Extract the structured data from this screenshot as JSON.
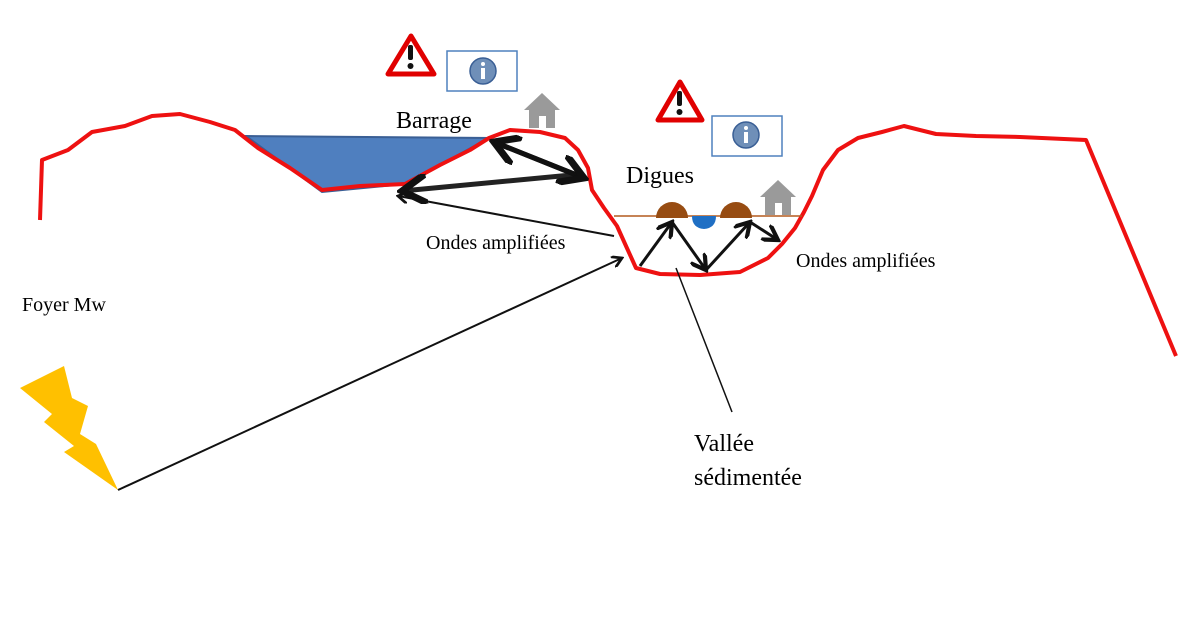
{
  "labels": {
    "barrage": "Barrage",
    "digues": "Digues",
    "ondes_left": "Ondes amplifiées",
    "ondes_right": "Ondes amplifiées",
    "foyer": "Foyer Mw",
    "vallee_line1": "Vallée",
    "vallee_line2": "sédimentée"
  },
  "colors": {
    "terrain": "#ee1111",
    "reservoir": "#4f7fbf",
    "reservoir_stroke": "#3a5f95",
    "lightning": "#ffc000",
    "levee": "#974c12",
    "river": "#1f6fc4",
    "house": "#9a9a9a",
    "info_box": "#4f81bd",
    "warning": "#e00000",
    "arrow": "#111111"
  },
  "icons": {
    "warning": "warning-triangle-icon",
    "info": "info-icon",
    "house": "house-icon",
    "lightning": "lightning-icon"
  }
}
